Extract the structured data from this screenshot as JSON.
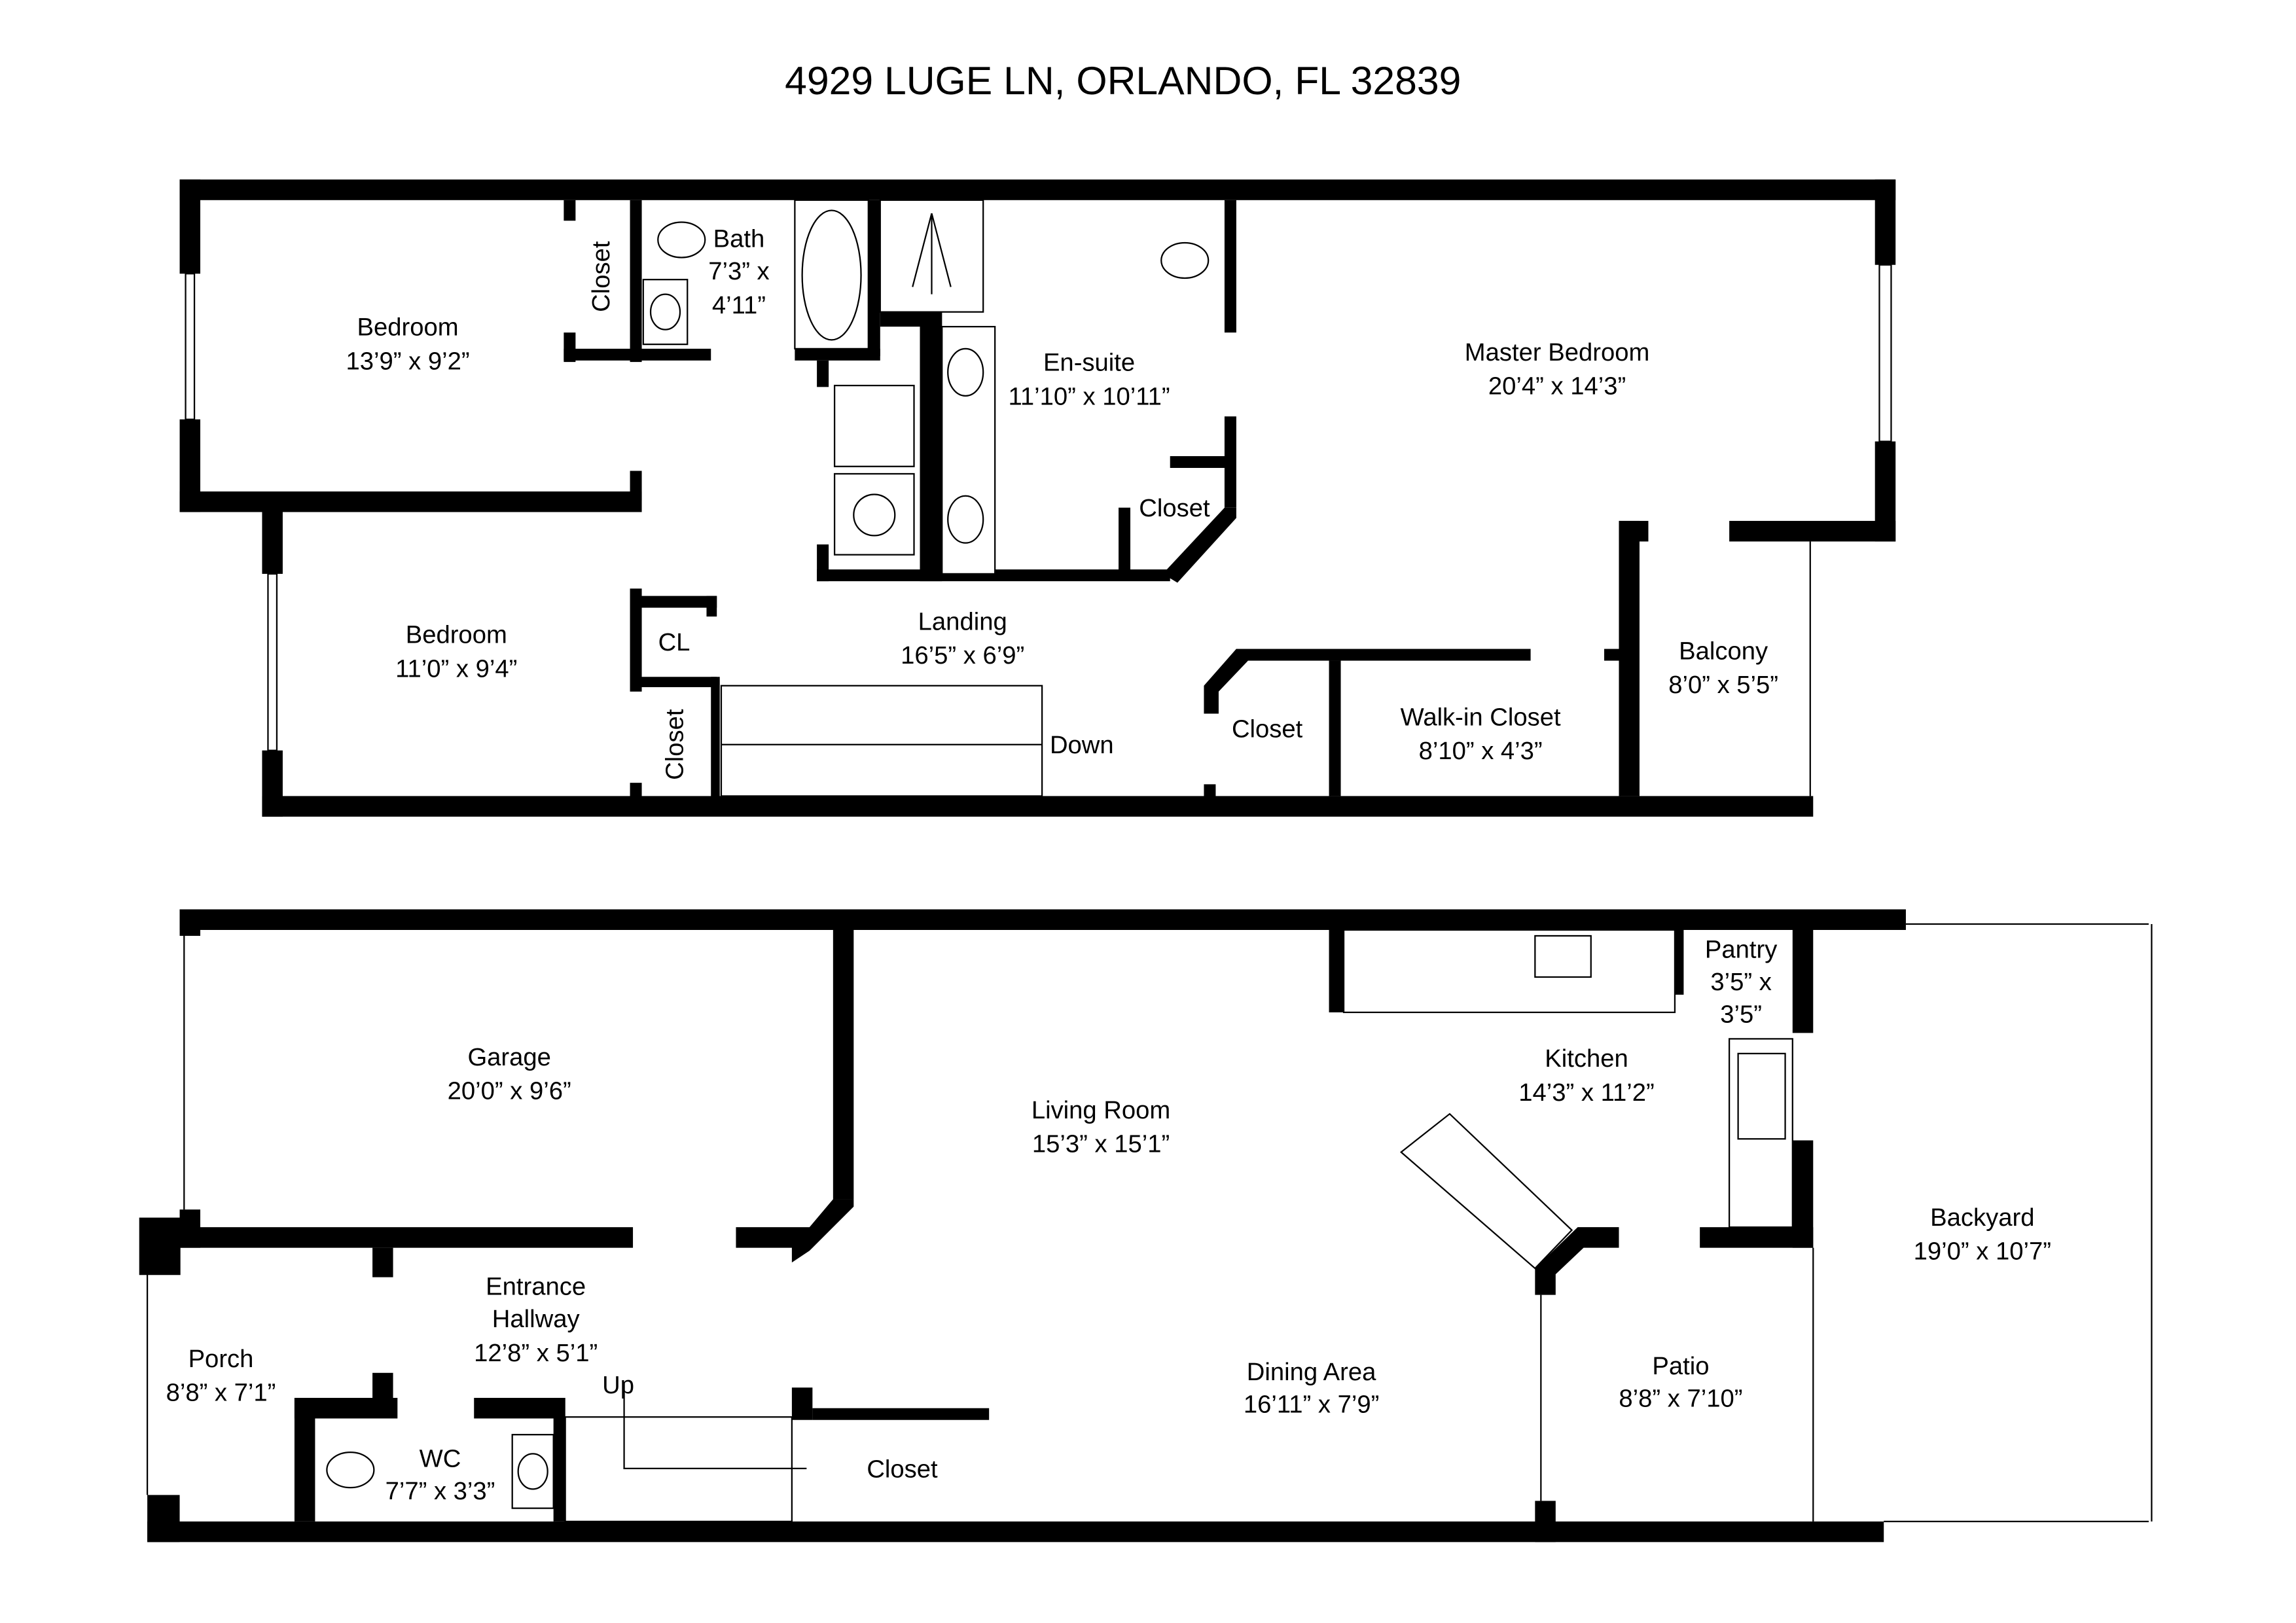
{
  "title": "4929 LUGE LN, ORLANDO, FL 32839",
  "upper_floor": {
    "rooms": [
      {
        "name": "Bedroom",
        "size": "13’9” x 9’2”"
      },
      {
        "name": "Closet"
      },
      {
        "name": "Bath",
        "size_a": "7’3” x",
        "size_b": "4’11”"
      },
      {
        "name": "En-suite",
        "size": "11’10” x 10’11”"
      },
      {
        "name": "Master Bedroom",
        "size": "20’4” x 14’3”"
      },
      {
        "name": "Closet"
      },
      {
        "name": "Bedroom",
        "size": "11’0” x 9’4”"
      },
      {
        "name": "CL"
      },
      {
        "name": "Landing",
        "size": "16’5” x 6’9”"
      },
      {
        "name": "Closet"
      },
      {
        "name": "Down"
      },
      {
        "name": "Closet"
      },
      {
        "name": "Walk-in Closet",
        "size": "8’10” x 4’3”"
      },
      {
        "name": "Balcony",
        "size": "8’0” x 5’5”"
      }
    ]
  },
  "lower_floor": {
    "rooms": [
      {
        "name": "Garage",
        "size": "20’0” x 9’6”"
      },
      {
        "name": "Living Room",
        "size": "15’3” x 15’1”"
      },
      {
        "name": "Pantry",
        "size_a": "3’5” x",
        "size_b": "3’5”"
      },
      {
        "name": "Kitchen",
        "size": "14’3” x 11’2”"
      },
      {
        "name": "Backyard",
        "size": "19’0” x 10’7”"
      },
      {
        "name": "Entrance",
        "name_b": "Hallway",
        "size": "12’8” x 5’1”"
      },
      {
        "name": "Porch",
        "size": "8’8” x 7’1”"
      },
      {
        "name": "Up"
      },
      {
        "name": "WC",
        "size": "7’7” x 3’3”"
      },
      {
        "name": "Closet"
      },
      {
        "name": "Dining Area",
        "size": "16’11” x 7’9”"
      },
      {
        "name": "Patio",
        "size": "8’8” x 7’10”"
      }
    ]
  },
  "colors": {
    "wall": "#000000",
    "background": "#ffffff"
  }
}
